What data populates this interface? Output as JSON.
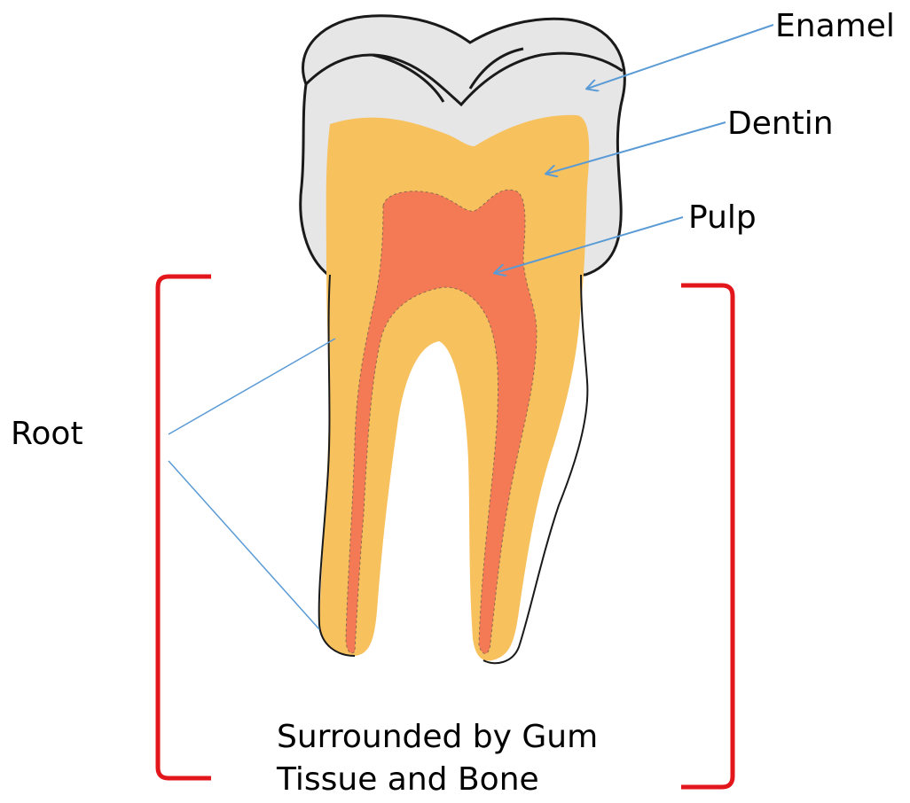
{
  "labels": {
    "enamel": "Enamel",
    "dentin": "Dentin",
    "pulp": "Pulp",
    "root": "Root",
    "surrounded": "Surrounded by Gum\nTissue and Bone"
  },
  "colors": {
    "enamel": "#e6e6e6",
    "dentin": "#f7c15e",
    "pulp": "#f47a55",
    "outline": "#1a1a1a",
    "pointer": "#5b9bd5",
    "bracket": "#e3161b"
  },
  "icons": {
    "root_bracket_left": "left-square-bracket",
    "root_bracket_right": "right-square-bracket"
  }
}
